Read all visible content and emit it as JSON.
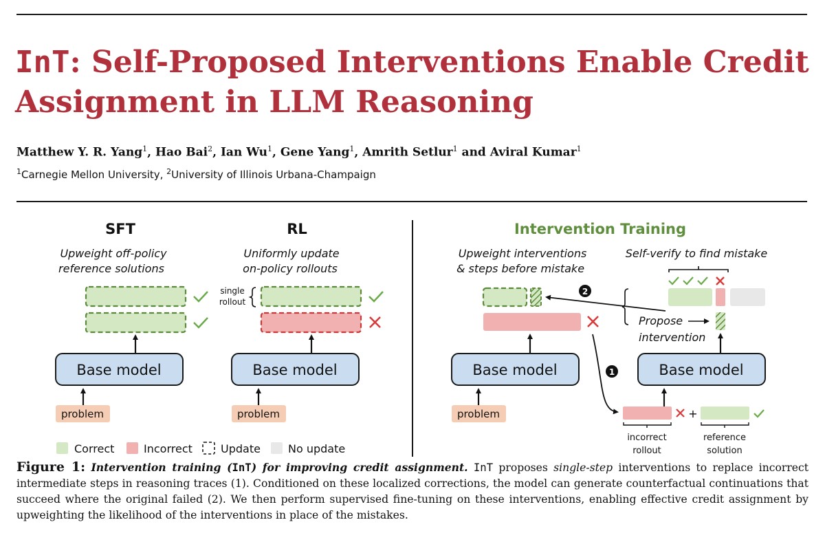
{
  "paper": {
    "title_code": "InT",
    "title_rest_1": ": Self-Proposed Interventions Enable Credit",
    "title_line_2": "Assignment in LLM Reasoning",
    "authors": [
      {
        "name": "Matthew Y. R. Yang",
        "aff": "1",
        "sep": ", "
      },
      {
        "name": "Hao Bai",
        "aff": "2",
        "sep": ", "
      },
      {
        "name": "Ian Wu",
        "aff": "1",
        "sep": ", "
      },
      {
        "name": "Gene Yang",
        "aff": "1",
        "sep": ", "
      },
      {
        "name": "Amrith Setlur",
        "aff": "1",
        "sep": " and "
      },
      {
        "name": "Aviral Kumar",
        "aff": "1",
        "sep": ""
      }
    ],
    "affiliations": [
      {
        "num": "1",
        "name": "Carnegie Mellon University",
        "sep": ", "
      },
      {
        "num": "2",
        "name": "University of Illinois Urbana-Champaign",
        "sep": ""
      }
    ]
  },
  "figure": {
    "colors": {
      "correct_fill": "#d4e8c4",
      "correct_stroke": "#5a8a3a",
      "incorrect_fill": "#f2b1b1",
      "incorrect_stroke": "#c83a3a",
      "model_fill": "#c9dcf0",
      "problem_fill": "#f5cdb4",
      "no_update_fill": "#e8e8e8",
      "accent_green": "#5f8f3e",
      "check_green": "#6aaa4a",
      "cross_red": "#d83a3a"
    },
    "sft": {
      "heading": "SFT",
      "subtitle_line1": "Upweight off-policy",
      "subtitle_line2": "reference solutions",
      "model": "Base model",
      "problem": "problem"
    },
    "rl": {
      "heading": "RL",
      "subtitle_line1": "Uniformly update",
      "subtitle_line2": "on-policy rollouts",
      "single_line1": "single",
      "single_line2": "rollout",
      "model": "Base model",
      "problem": "problem"
    },
    "int": {
      "heading": "Intervention Training",
      "left_line1": "Upweight interventions",
      "left_line2": "& steps before mistake",
      "right_line1": "Self-verify to find mistake",
      "propose_line1": "Propose",
      "propose_line2": "intervention",
      "model_left": "Base model",
      "model_right": "Base model",
      "problem": "problem",
      "step_1": "1",
      "step_2": "2",
      "plus": "+",
      "incorrect_label_1": "incorrect",
      "incorrect_label_2": "rollout",
      "reference_label_1": "reference",
      "reference_label_2": "solution"
    },
    "legend": {
      "correct": "Correct",
      "incorrect": "Incorrect",
      "update": "Update",
      "no_update": "No update"
    }
  },
  "caption": {
    "label": "Figure 1:",
    "heading_pre": "Intervention training (",
    "heading_code": "InT",
    "heading_post": ") for improving credit assignment.",
    "body_code": "InT",
    "body_1": " proposes ",
    "body_em": "single-step",
    "body_2": " interventions to replace incorrect intermediate steps in reasoning traces (1). Conditioned on these localized corrections, the model can generate counterfactual continuations that succeed where the original failed (2). We then perform supervised fine-tuning on these interventions, enabling effective credit assignment by upweighting the likelihood of the interventions in place of the mistakes."
  }
}
